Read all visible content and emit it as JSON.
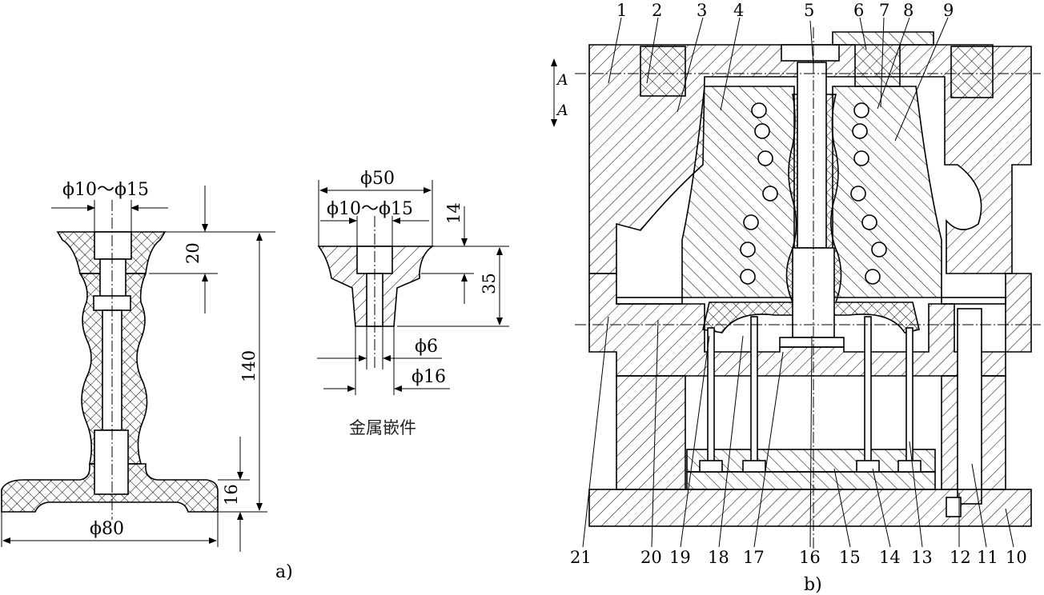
{
  "figure_a": {
    "dim_phi10_15": "ϕ10～ϕ15",
    "dim_20": "20",
    "dim_140": "140",
    "dim_16": "16",
    "dim_phi80": "ϕ80",
    "caption": "a)"
  },
  "insert": {
    "dim_phi50": "ϕ50",
    "dim_phi10_15": "ϕ10～ϕ15",
    "dim_14": "14",
    "dim_35": "35",
    "dim_phi6": "ϕ6",
    "dim_phi16": "ϕ16",
    "caption": "金属嵌件"
  },
  "figure_b": {
    "top_labels": [
      "1",
      "2",
      "3",
      "4",
      "5",
      "6",
      "7",
      "8",
      "9"
    ],
    "bottom_labels": [
      "21",
      "20",
      "19",
      "18",
      "17",
      "16",
      "15",
      "14",
      "13",
      "12",
      "11",
      "10"
    ],
    "section_mark": "A",
    "caption": "b)"
  }
}
